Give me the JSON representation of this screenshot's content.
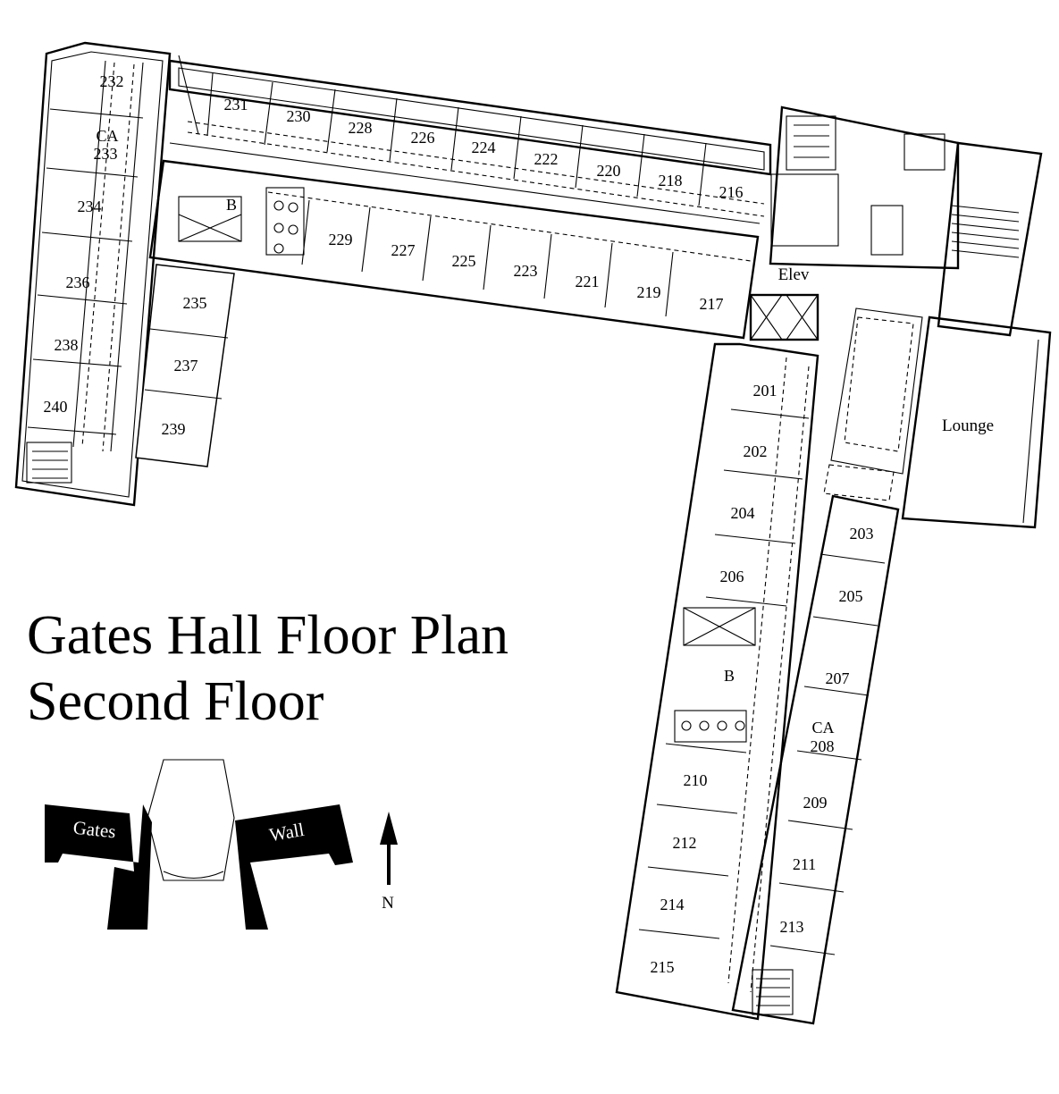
{
  "title": {
    "line1": "Gates Hall Floor Plan",
    "line2": "Second Floor"
  },
  "labels": {
    "elevator": "Elev",
    "lounge": "Lounge",
    "bath_north": "B",
    "bath_east": "B",
    "ca_label": "CA"
  },
  "rooms": {
    "north_outer": [
      "231",
      "230",
      "228",
      "226",
      "224",
      "222",
      "220",
      "218",
      "216"
    ],
    "north_inner": [
      "229",
      "227",
      "225",
      "223",
      "221",
      "219",
      "217"
    ],
    "west_outer": [
      "232",
      "233",
      "234",
      "236",
      "238",
      "240"
    ],
    "west_inner": [
      "235",
      "237",
      "239"
    ],
    "east_outer": [
      "201",
      "202",
      "204",
      "206",
      "210",
      "212",
      "214",
      "215"
    ],
    "east_inner": [
      "203",
      "205",
      "207",
      "208",
      "209",
      "211",
      "213"
    ]
  },
  "key_map": {
    "left_wing": "Gates",
    "right_wing": "Wall",
    "north": "N"
  },
  "colors": {
    "ink": "#000000",
    "paper": "#ffffff"
  }
}
